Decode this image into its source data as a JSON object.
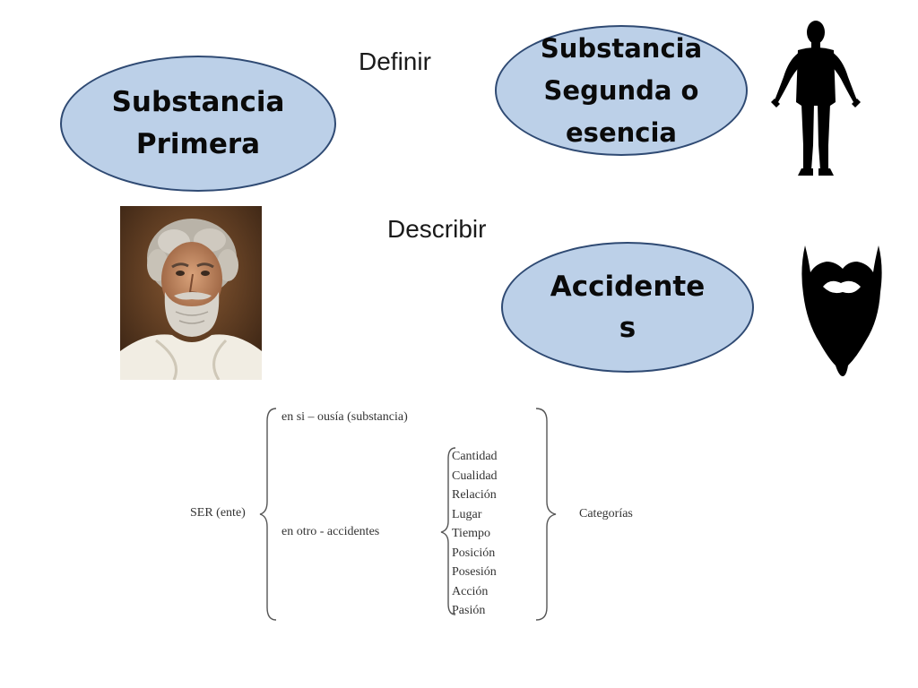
{
  "nodes": {
    "substancia_primera": [
      "Substancia",
      "Primera"
    ],
    "substancia_segunda": [
      "Substancia",
      "Segunda o",
      "esencia"
    ],
    "accidentes": [
      "Accidente",
      "s"
    ]
  },
  "labels": {
    "definir": "Definir",
    "describir": "Describir"
  },
  "icons": {
    "portrait": "philosopher-portrait",
    "human": "human-silhouette-icon",
    "beard": "beard-silhouette-icon"
  },
  "scheme": {
    "root": "SER (ente)",
    "branch_1": "en si – ousía (substancia)",
    "branch_2": "en otro - accidentes",
    "categories": [
      "Cantidad",
      "Cualidad",
      "Relación",
      "Lugar",
      "Tiempo",
      "Posición",
      "Posesión",
      "Acción",
      "Pasión"
    ],
    "result": "Categorías"
  },
  "colors": {
    "ellipse_fill": "#bcd0e8",
    "ellipse_border": "#2f4a73"
  }
}
